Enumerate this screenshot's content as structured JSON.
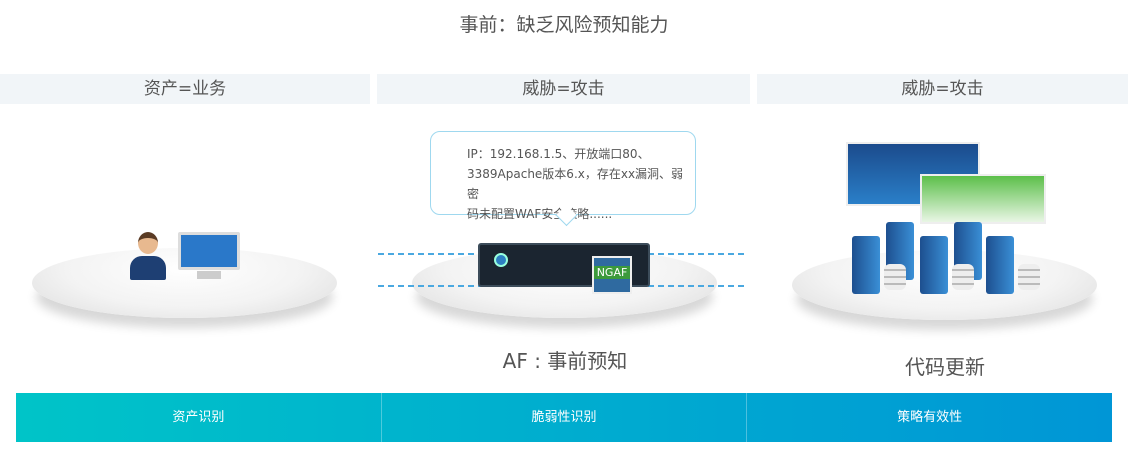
{
  "title": "事前：缺乏风险预知能力",
  "headers": [
    "资产=业务",
    "威胁=攻击",
    "威胁=攻击"
  ],
  "bubble": {
    "line1": "IP：192.168.1.5、开放端口80、",
    "line2": "3389Apache版本6.x，存在xx漏洞、弱密",
    "line3": "码未配置WAF安全策略......"
  },
  "device": {
    "badge": "NGAF"
  },
  "labels": {
    "middle": "AF : 事前预知",
    "right": "代码更新"
  },
  "bottom": [
    "资产识别",
    "脆弱性识别",
    "策略有效性"
  ],
  "colors": {
    "gradient_start": "#00c4c8",
    "gradient_end": "#0096d6"
  }
}
